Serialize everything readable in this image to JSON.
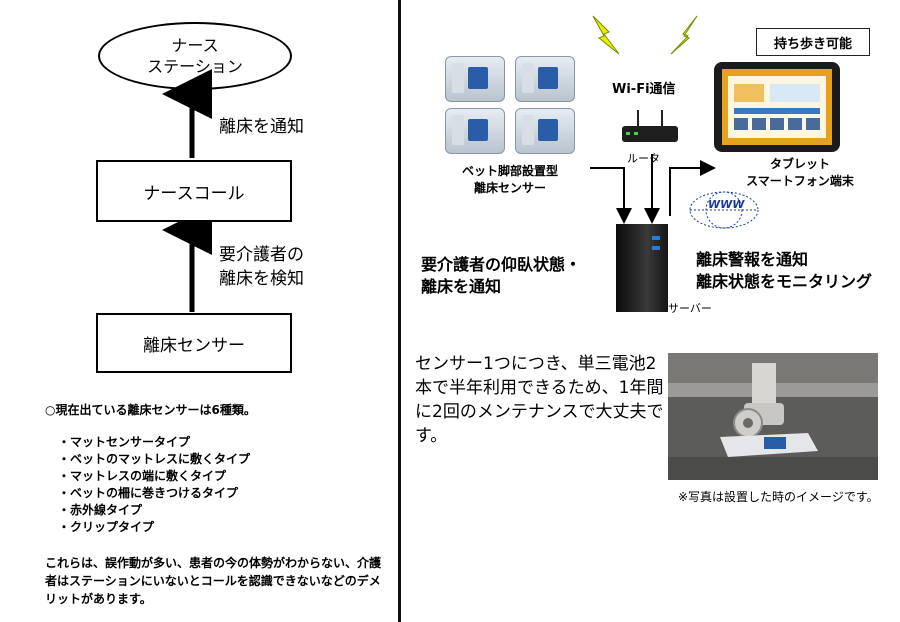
{
  "left": {
    "top_node": "ナース\nステーション",
    "edge_top_label": "離床を通知",
    "middle_node": "ナースコール",
    "edge_bottom_label": "要介護者の\n離床を検知",
    "bottom_node": "離床センサー",
    "types_heading": "○現在出ている離床センサーは6種類。",
    "types": [
      "・マットセンサータイプ",
      "・ベットのマットレスに敷くタイプ",
      "・マットレスの端に敷くタイプ",
      "・ベットの柵に巻きつけるタイプ",
      "・赤外線タイプ",
      "・クリップタイプ"
    ],
    "demerit": "これらは、誤作動が多い、患者の今の体勢がわからない、介護者はステーションにいないとコールを認識できないなどのデメリットがあります。"
  },
  "right": {
    "portable_badge": "持ち歩き可能",
    "wifi_label": "Wi-Fi通信",
    "router_label": "ルータ",
    "sensor_label": "ベット脚部設置型\n離床センサー",
    "tablet_label": "タブレット\nスマートフォン端末",
    "www_label": "WWW",
    "server_label": "サーバー",
    "left_notice": "要介護者の仰臥状態・\n離床を通知",
    "right_notice": "離床警報を通知\n離床状態をモニタリング",
    "battery_text": "センサー1つにつき、単三電池2本で半年利用できるため、1年間に2回のメンテナンスで大丈夫です。",
    "photo_caption": "※写真は設置した時のイメージです。"
  },
  "colors": {
    "lightning": "#e8f000",
    "lightning_stroke": "#7a8a00",
    "arrow": "#000000",
    "sensor_blue": "#2a5da8"
  }
}
